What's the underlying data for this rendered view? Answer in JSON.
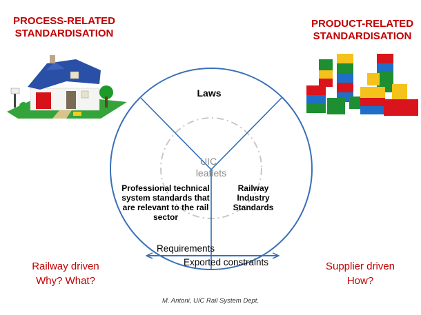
{
  "left_header": {
    "line1": "PROCESS-RELATED",
    "line2": "STANDARDISATION"
  },
  "right_header": {
    "line1": "PRODUCT-RELATED",
    "line2": "STANDARDISATION"
  },
  "left_image": {
    "icon": "lego-house-image"
  },
  "right_image": {
    "icon": "lego-bricks-image"
  },
  "diagram": {
    "top_segment": "Laws",
    "center_label": {
      "line1": "UIC",
      "line2": "leaflets"
    },
    "left_segment": {
      "lines": [
        "Professional technical",
        "system standards that",
        "are relevant to the rail",
        "sector"
      ]
    },
    "right_segment": {
      "lines": [
        "Railway",
        "Industry",
        "Standards"
      ]
    },
    "arrow_top_label": "Requirements",
    "arrow_bottom_label": "Exported constraints",
    "colors": {
      "circle": "#3a70b8",
      "dash_circle": "#c8c8c8",
      "center_text": "#888888"
    }
  },
  "left_footer": {
    "line1": "Railway driven",
    "line2": "Why? What?"
  },
  "right_footer": {
    "line1": "Supplier driven",
    "line2": "How?"
  },
  "credit": "M. Antoni, UIC Rail System Dept.",
  "colors": {
    "accent_red": "#c00000"
  }
}
